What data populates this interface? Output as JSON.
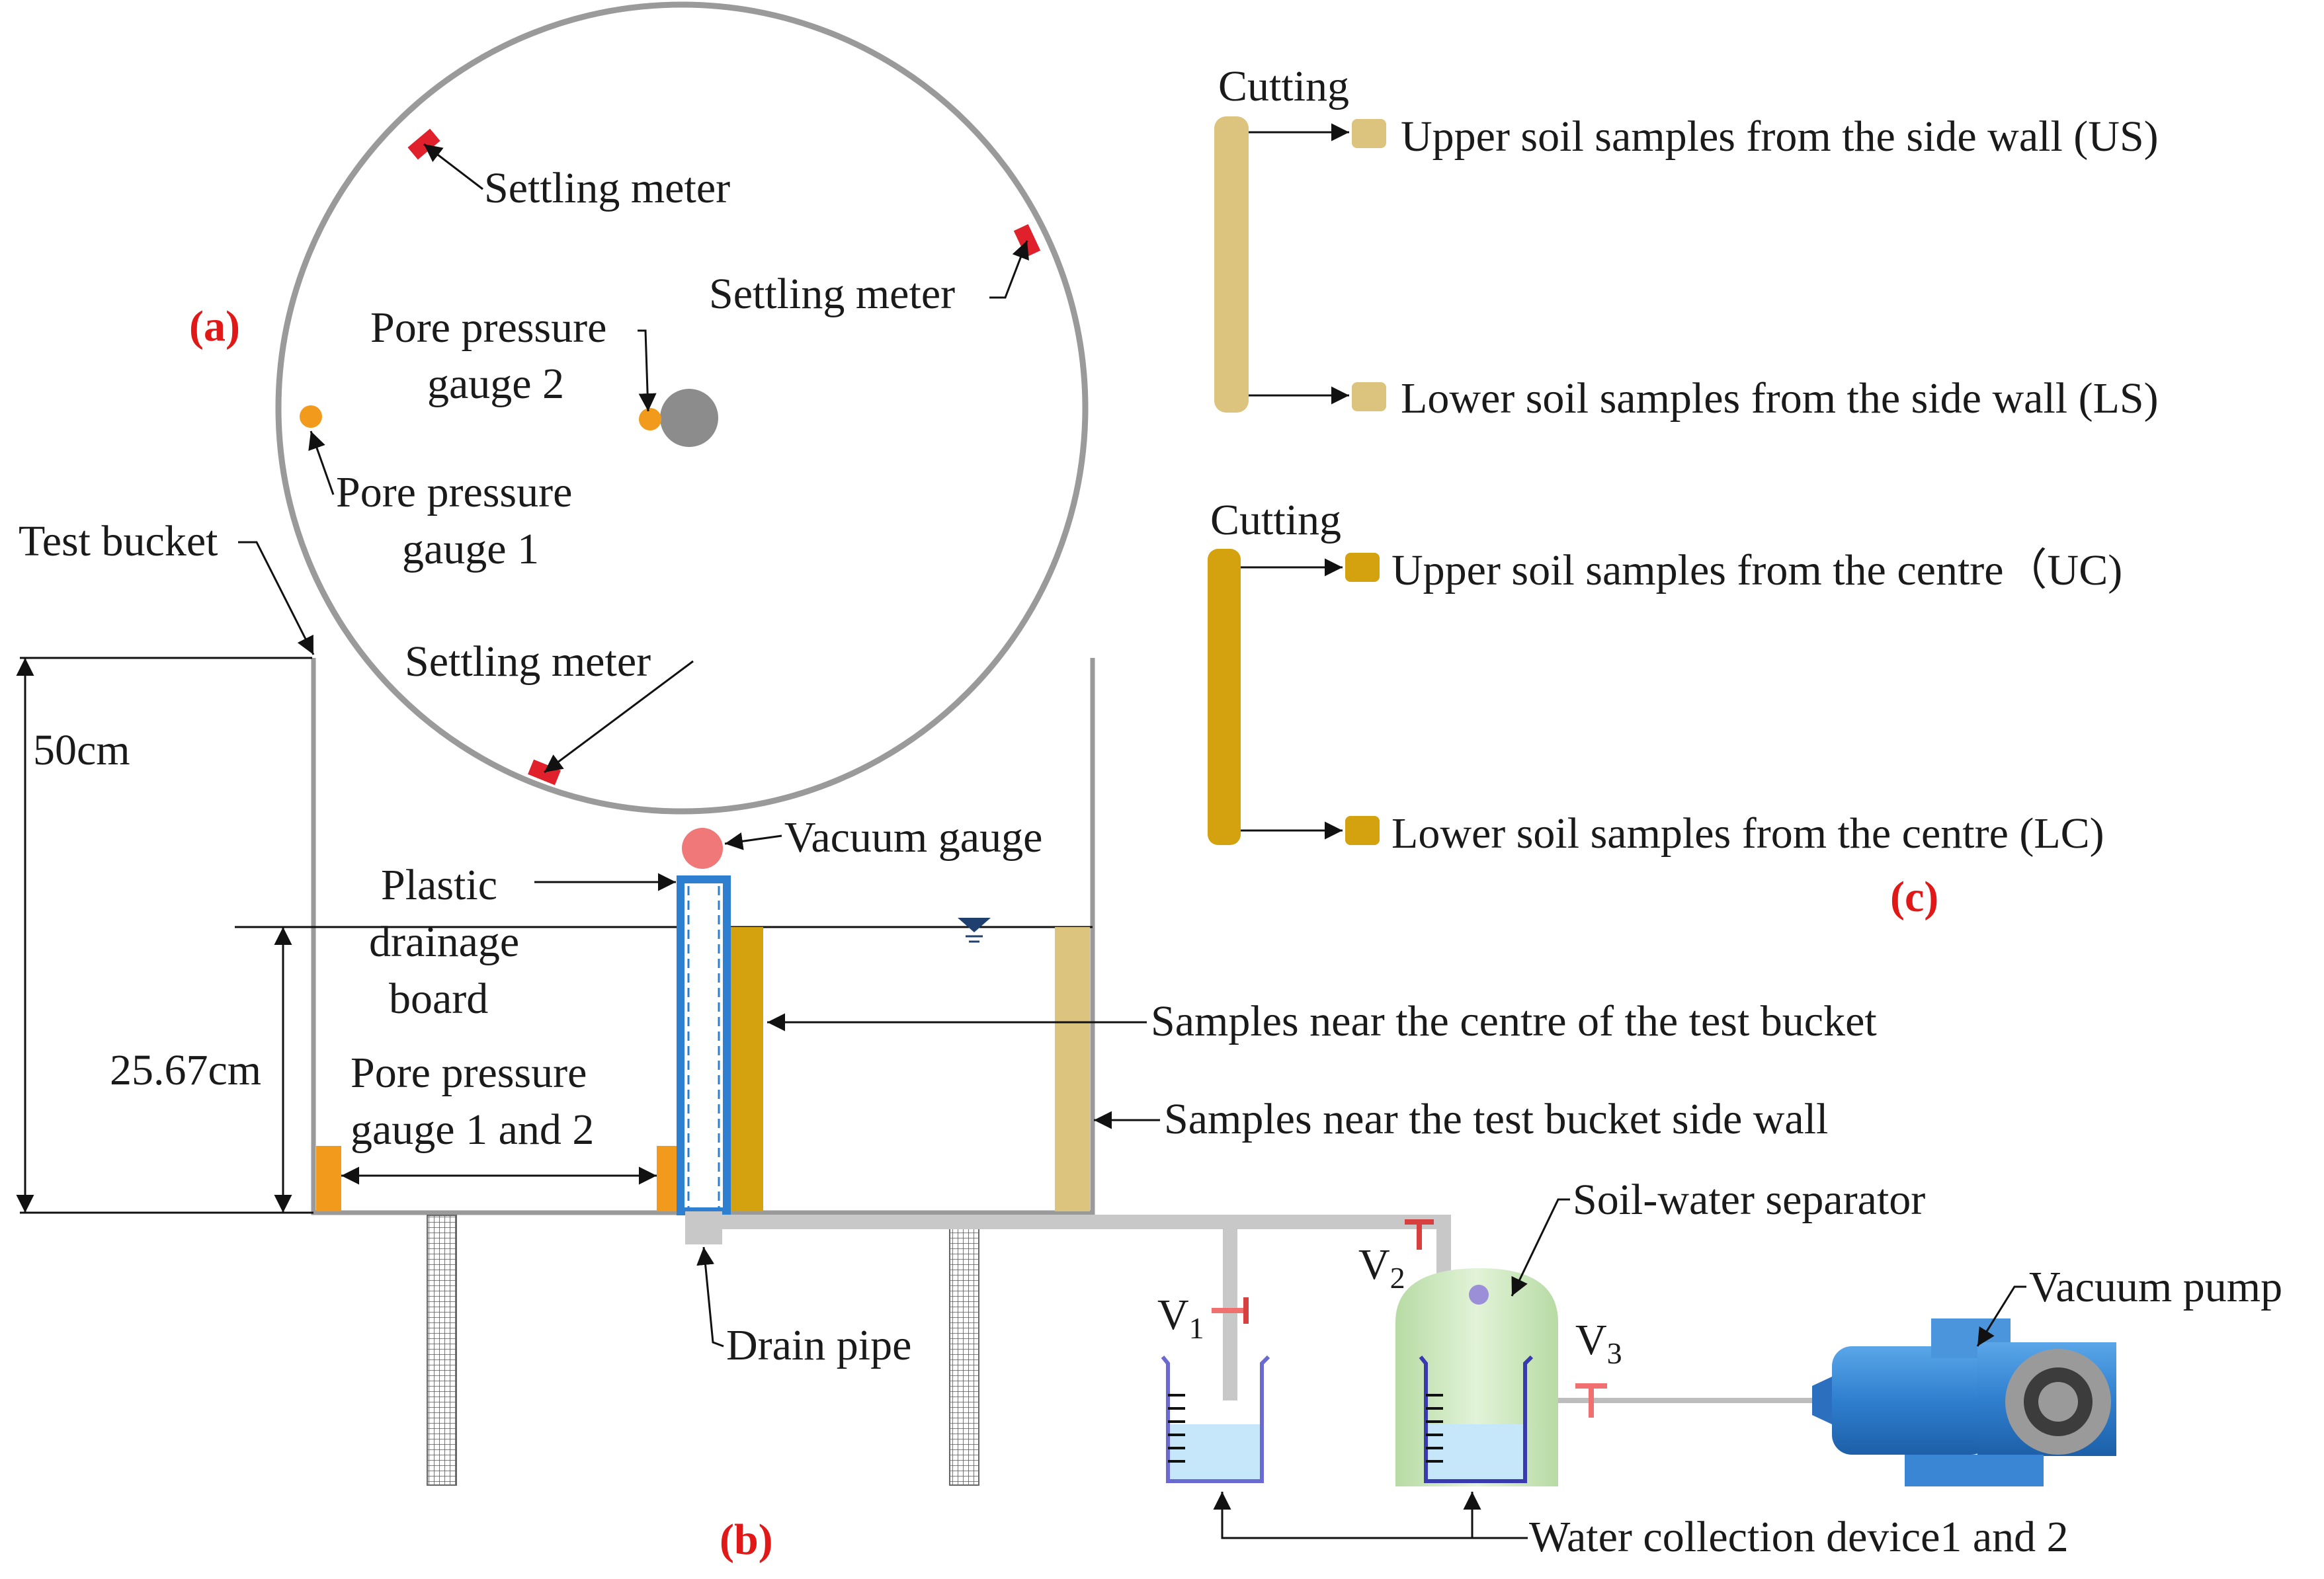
{
  "panels": {
    "a": "(a)",
    "b": "(b)",
    "c": "(c)"
  },
  "plan_view": {
    "settling_meter_1": "Settling meter",
    "settling_meter_2": "Settling meter",
    "settling_meter_3": "Settling meter",
    "pore_gauge_2_line1": "Pore pressure",
    "pore_gauge_2_line2": "gauge 2",
    "pore_gauge_1_line1": "Pore pressure",
    "pore_gauge_1_line2": "gauge 1"
  },
  "section_view": {
    "test_bucket": "Test bucket",
    "height_total": "50cm",
    "height_water": "25.67cm",
    "plastic_board_line1": "Plastic",
    "plastic_board_line2": "drainage",
    "plastic_board_line3": "board",
    "vacuum_gauge": "Vacuum gauge",
    "pore_gauge_line1": "Pore pressure",
    "pore_gauge_line2": "gauge 1 and  2",
    "samples_centre": "Samples near the centre of the test bucket",
    "samples_wall": "Samples near the test bucket side wall",
    "drain_pipe": "Drain pipe"
  },
  "drainage_system": {
    "v1": "V",
    "v1_sub": "1",
    "v2": "V",
    "v2_sub": "2",
    "v3": "V",
    "v3_sub": "3",
    "separator": "Soil-water separator",
    "vacuum_pump": "Vacuum pump",
    "water_collection": "Water collection device1 and 2"
  },
  "sampling": {
    "cutting_1": "Cutting",
    "upper_side": "Upper soil samples from the side wall (US)",
    "lower_side": "Lower soil samples from the side wall (LS)",
    "cutting_2": "Cutting",
    "upper_centre": "Upper soil samples from the centre（UC)",
    "lower_centre": "Lower soil samples from the centre (LC)"
  },
  "colors": {
    "wall": "#9a9a9a",
    "side_sample": "#dcc47e",
    "centre_sample": "#d4a20e",
    "gauge_orange": "#f29a1c",
    "meter_red": "#e0202a",
    "vacuum_gauge": "#f07878",
    "drain_blue": "#2e7fd0",
    "water_blue": "#c6e6fa",
    "separator_green": "#c8e6b8",
    "pump_blue": "#3a86d4",
    "label_red": "#e01818"
  }
}
